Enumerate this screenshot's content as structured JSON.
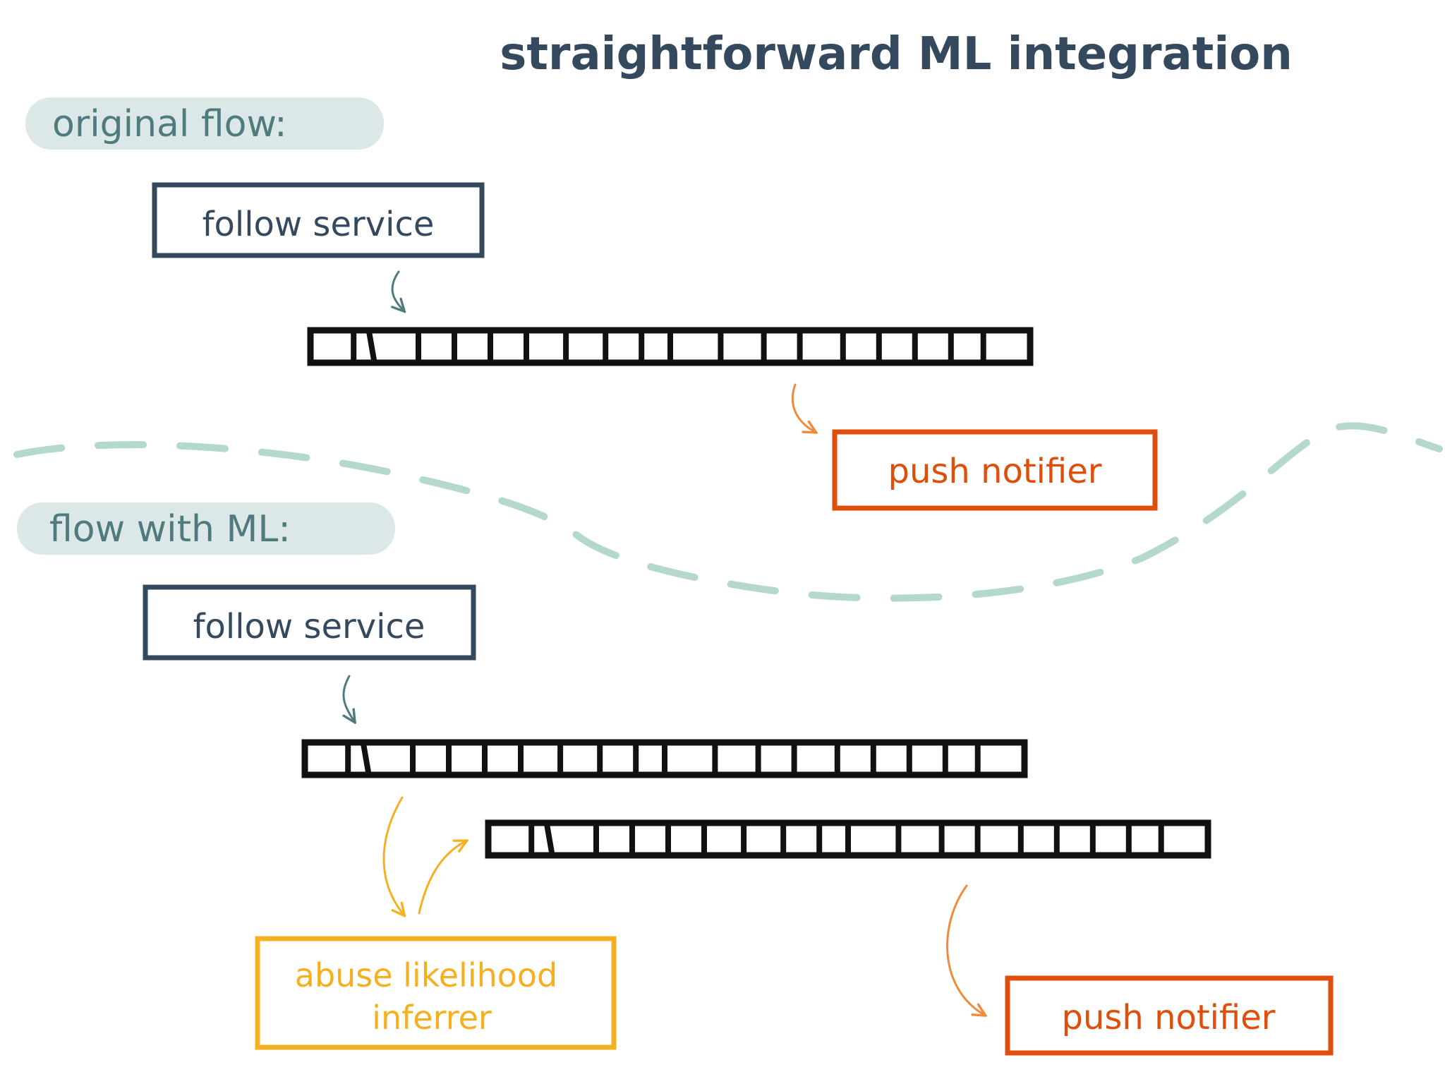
{
  "title": "straightforward ML integration",
  "sections": {
    "original": {
      "label": "original flow:",
      "follow_service": "follow service",
      "push_notifier": "push notifier"
    },
    "ml": {
      "label": "flow with ML:",
      "follow_service": "follow service",
      "abuse_inferrer_line1": "abuse likelihood",
      "abuse_inferrer_line2": "inferrer",
      "push_notifier": "push notifier"
    }
  },
  "colors": {
    "ink": "#34495e",
    "arrow_teal": "#4f7a7e",
    "orange": "#e04e0b",
    "yellow": "#f5b022",
    "queue": "#111111",
    "divider": "#b4d9cc",
    "highlight": "#dce8e8"
  }
}
